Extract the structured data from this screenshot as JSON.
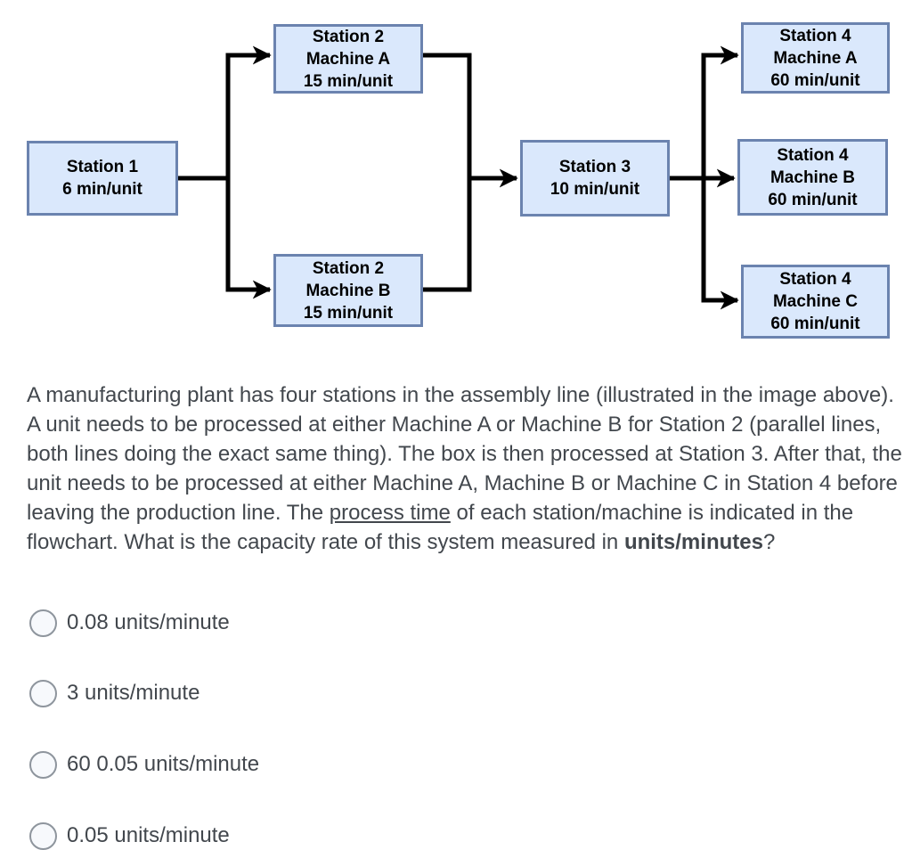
{
  "flowchart": {
    "nodes": {
      "station1": {
        "line1": "Station 1",
        "line2": "6 min/unit"
      },
      "station2a": {
        "line1": "Station 2",
        "line2": "Machine A",
        "line3": "15 min/unit"
      },
      "station2b": {
        "line1": "Station 2",
        "line2": "Machine B",
        "line3": "15 min/unit"
      },
      "station3": {
        "line1": "Station 3",
        "line2": "10 min/unit"
      },
      "station4a": {
        "line1": "Station 4",
        "line2": "Machine A",
        "line3": "60 min/unit"
      },
      "station4b": {
        "line1": "Station 4",
        "line2": "Machine B",
        "line3": "60 min/unit"
      },
      "station4c": {
        "line1": "Station 4",
        "line2": "Machine C",
        "line3": "60 min/unit"
      }
    },
    "colors": {
      "box_fill": "#dae8fc",
      "box_border": "#6b83af",
      "connector": "#000000"
    }
  },
  "question": {
    "part1": "A manufacturing plant has four stations in the assembly line (illustrated in the image above). A unit needs to be processed at either Machine A or Machine B for Station 2 (parallel lines, both lines doing the exact same thing). The box is then processed at Station 3. After that, the unit needs to be processed at either Machine A, Machine B or Machine C in Station 4 before leaving the production line. The ",
    "underlined": "process time",
    "part2": " of each station/machine is indicated in the flowchart. What is the capacity rate of this system measured in ",
    "bold": "units/minutes",
    "part3": "?"
  },
  "options": {
    "items": [
      {
        "label": "0.08 units/minute"
      },
      {
        "label": "3 units/minute"
      },
      {
        "label": "60 0.05 units/minute"
      },
      {
        "label": "0.05 units/minute"
      }
    ]
  }
}
